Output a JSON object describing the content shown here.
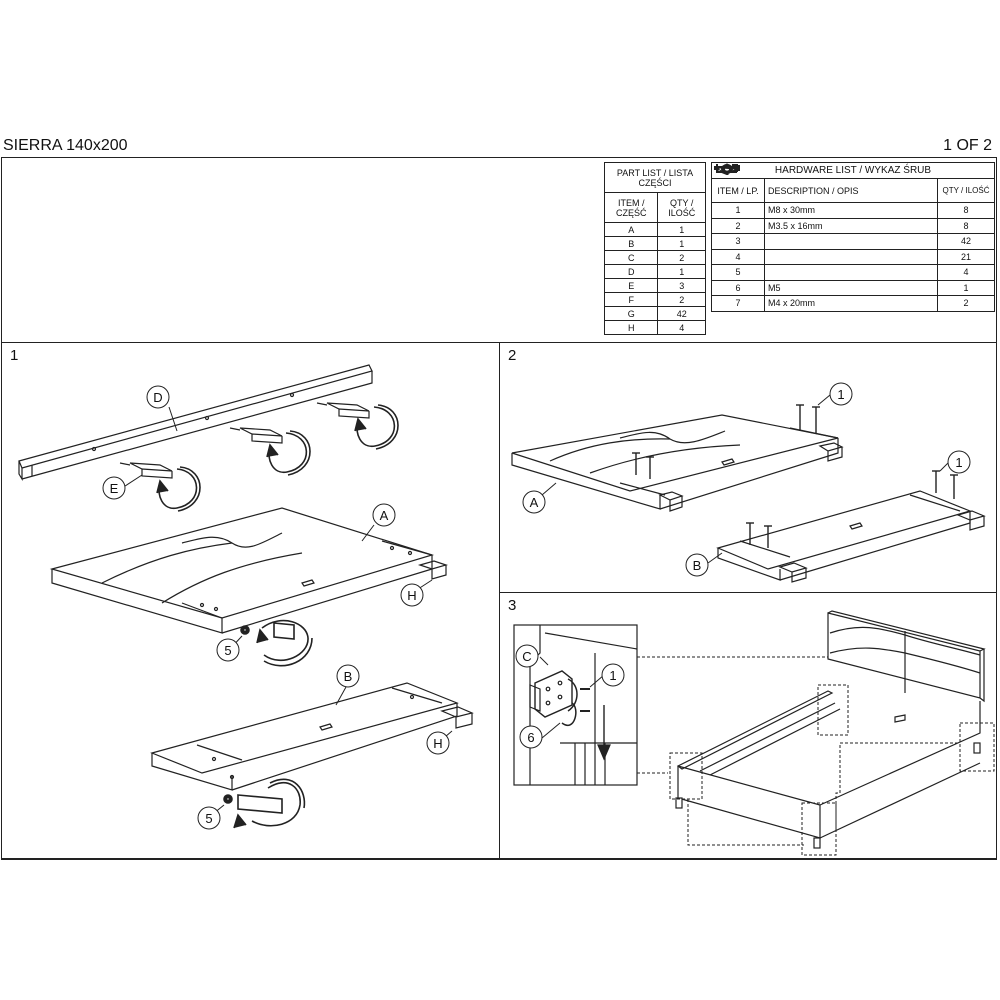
{
  "header": {
    "title": "SIERRA 140x200",
    "page": "1 OF 2"
  },
  "part_list": {
    "title_line1": "PART LIST / LISTA",
    "title_line2": "CZĘŚCI",
    "col_item_line1": "ITEM /",
    "col_item_line2": "CZĘŚĆ",
    "col_qty_line1": "QTY /",
    "col_qty_line2": "ILOŚĆ",
    "rows": [
      {
        "item": "A",
        "qty": "1"
      },
      {
        "item": "B",
        "qty": "1"
      },
      {
        "item": "C",
        "qty": "2"
      },
      {
        "item": "D",
        "qty": "1"
      },
      {
        "item": "E",
        "qty": "3"
      },
      {
        "item": "F",
        "qty": "2"
      },
      {
        "item": "G",
        "qty": "42"
      },
      {
        "item": "H",
        "qty": "4"
      }
    ]
  },
  "hardware_list": {
    "title": "HARDWARE LIST / WYKAZ ŚRUB",
    "col_item": "ITEM / LP.",
    "col_desc": "DESCRIPTION / OPIS",
    "col_qty": "QTY / ILOŚĆ",
    "rows": [
      {
        "item": "1",
        "desc": "M8 x 30mm",
        "qty": "8",
        "icon": "bolt-icon"
      },
      {
        "item": "2",
        "desc": "M3.5 x 16mm",
        "qty": "8",
        "icon": "screw-icon"
      },
      {
        "item": "3",
        "desc": "",
        "qty": "42",
        "icon": "plate-icon"
      },
      {
        "item": "4",
        "desc": "",
        "qty": "21",
        "icon": "bracket-icon"
      },
      {
        "item": "5",
        "desc": "",
        "qty": "4",
        "icon": "washer-icon"
      },
      {
        "item": "6",
        "desc": "M5",
        "qty": "1",
        "icon": "allen-key-icon"
      },
      {
        "item": "7",
        "desc": "M4 x 20mm",
        "qty": "2",
        "icon": "long-screw-icon"
      }
    ]
  },
  "steps": [
    {
      "number": "1",
      "labels": {
        "d": "D",
        "e": "E",
        "a": "A",
        "h1": "H",
        "five1": "5",
        "b": "B",
        "h2": "H",
        "five2": "5"
      }
    },
    {
      "number": "2",
      "labels": {
        "one1": "1",
        "a": "A",
        "one2": "1",
        "b": "B"
      }
    },
    {
      "number": "3",
      "labels": {
        "c": "C",
        "one": "1",
        "six": "6"
      }
    }
  ]
}
